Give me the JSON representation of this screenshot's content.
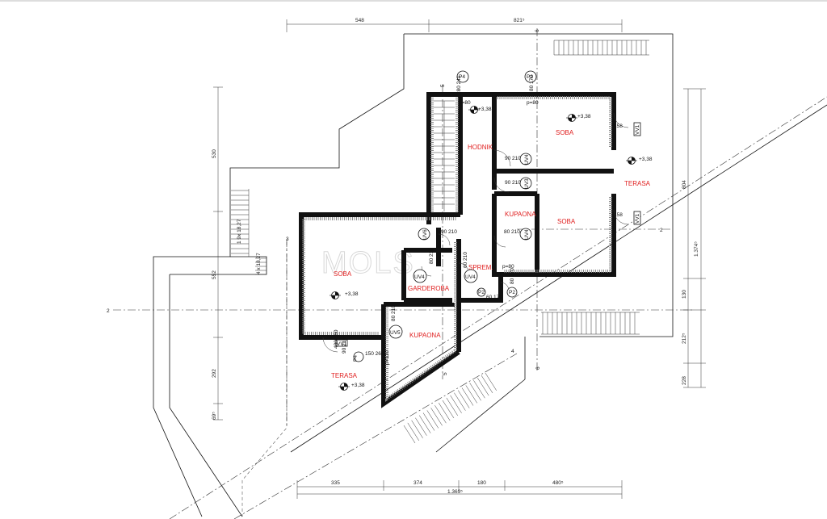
{
  "dimensions": {
    "top_548": "548",
    "top_821": "821⁵",
    "right_804": "804",
    "right_1374": "1.374⁵",
    "right_130": "130",
    "right_212": "212⁵",
    "right_228": "228",
    "left_530": "530",
    "left_552": "552",
    "left_292": "292",
    "left_69": "69⁵",
    "bottom_335": "335",
    "bottom_374": "374",
    "bottom_180": "180",
    "bottom_480": "480⁵",
    "bottom_1369": "1.369⁵",
    "stair_small_1": "1 9x 18,27",
    "stair_small_2": "4 x 18,27"
  },
  "rooms": {
    "hodnik": "HODNIK",
    "soba_top": "SOBA",
    "terasa_right": "TERASA",
    "kupaona_mid": "KUPAONA",
    "soba_mid": "SOBA",
    "soba_main": "SOBA",
    "garderoba": "GARDEROBA",
    "sprem": "SPREM.",
    "kupaona_low": "KUPAONA",
    "terasa_left": "TERASA"
  },
  "levels": {
    "l1": "+3,38",
    "l2": "+3,38",
    "l3": "+3,38",
    "l4": "+3,38",
    "l5": "+3,38"
  },
  "tags": {
    "p4_top": "P4",
    "p2_top": "P2",
    "uv4_a": "UV4",
    "uv3": "UV3",
    "uv6": "UV6",
    "uv4_b": "UV4",
    "uv4_c": "UV4",
    "uv4_d": "UV4",
    "uv5": "UV5",
    "p2_low1": "P2",
    "p2_low2": "P2",
    "p4_low": "P4",
    "vv1_right1": "VV1",
    "vv1_right2": "VV1",
    "vv1_left": "VV1",
    "axis_2_left": "2",
    "axis_2_right": "2",
    "axis_3": "3",
    "axis_4": "4",
    "axis_5_top": "5",
    "axis_5_bot": "5",
    "axis_6_top": "6",
    "axis_6_bot": "6"
  },
  "openings": {
    "o_280_241": "280 241",
    "o_80_170": "80 170",
    "o_pl80": "p=80",
    "o_p80_top": "p=80",
    "o_90_210_a": "90 210",
    "o_90_210_b": "90 210",
    "o_158_a": "158",
    "o_158_b": "158",
    "o_80_210": "80 210",
    "o_90_210_c": "90 210",
    "o_80_210_b": "80 210",
    "o_60_210": "60 210",
    "o_80_170_b": "80 170",
    "o_60_170": "60 170",
    "o_p80_low": "p=80",
    "o_90_210_d": "90 210",
    "o_150_260": "150 260",
    "o_480_260": "480 260",
    "o_80_210_c": "80 210",
    "o_p110": "p=110"
  },
  "watermark": "MOLS"
}
